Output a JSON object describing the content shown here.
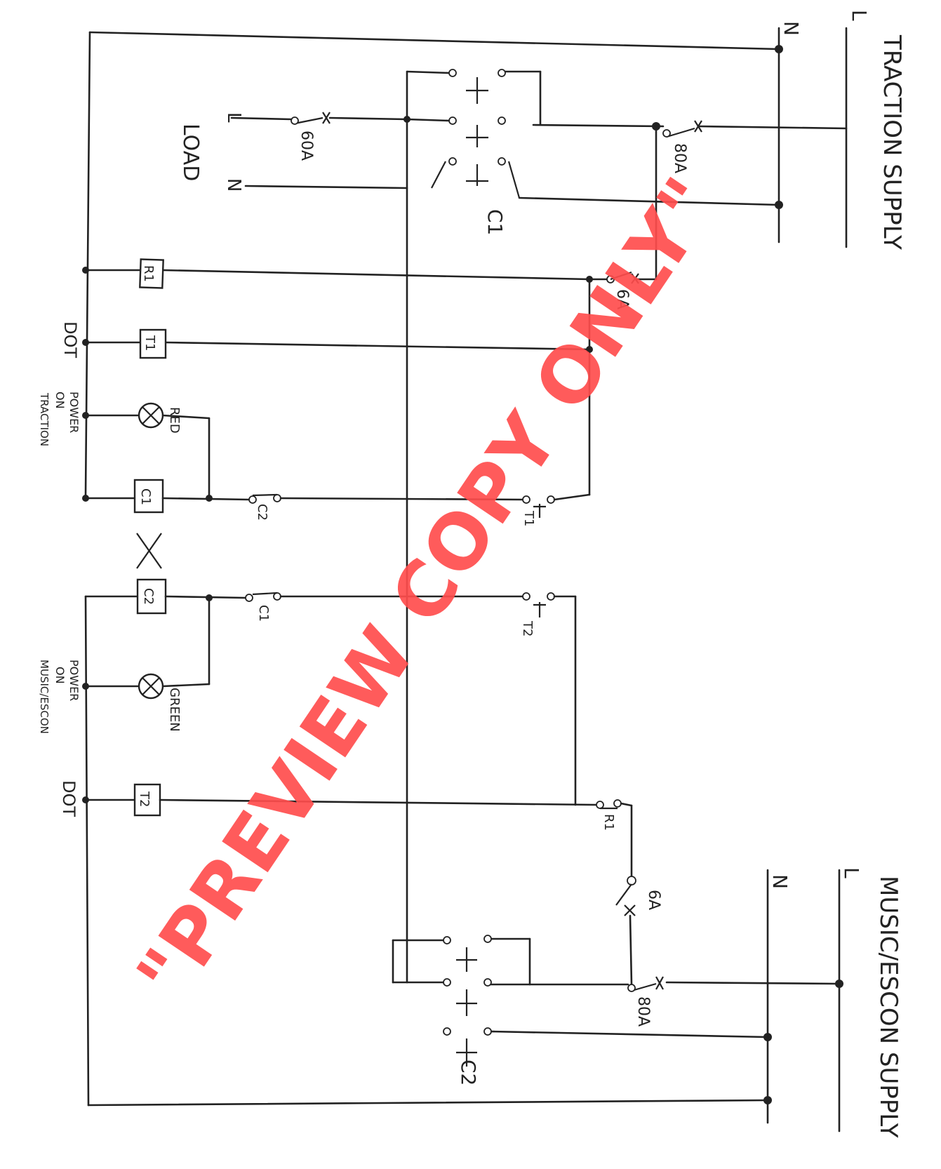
{
  "supplies": {
    "traction": {
      "title": "TRACTION SUPPLY",
      "n": "N",
      "l": "L",
      "breaker": "80A"
    },
    "music": {
      "title": "MUSIC/ESCON SUPPLY",
      "n": "N",
      "l": "L",
      "breaker": "80A",
      "fuse": "6A"
    }
  },
  "load": {
    "label": "LOAD",
    "l": "L",
    "n": "N",
    "breaker": "60A"
  },
  "contactors": {
    "c1": "C1",
    "c2": "C2"
  },
  "relays": {
    "r1": "R1",
    "t1": "T1",
    "t2": "T2"
  },
  "contacts": {
    "c1": "C1",
    "c2": "C2",
    "t1": "T1",
    "t2": "T2",
    "r1": "R1"
  },
  "breakers": {
    "r1_feed": "6A"
  },
  "lamps": {
    "red": "RED",
    "green": "GREEN"
  },
  "labels": {
    "dot_top": "DOT",
    "dot_bottom": "DOT",
    "power_traction": [
      "POWER",
      "ON",
      "TRACTION"
    ],
    "power_music": [
      "POWER",
      "ON",
      "MUSIC/ESCON"
    ]
  },
  "watermark": "\"PREVIEW COPY ONLY\""
}
